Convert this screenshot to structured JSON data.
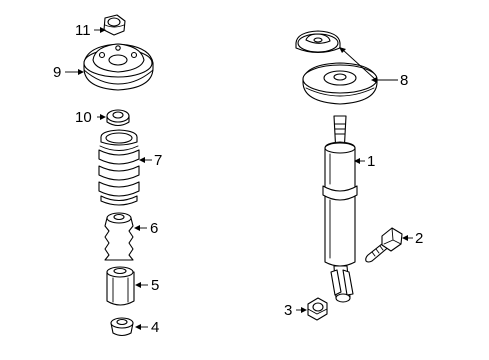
{
  "callouts": {
    "c1": "1",
    "c2": "2",
    "c3": "3",
    "c4": "4",
    "c5": "5",
    "c6": "6",
    "c7": "7",
    "c8": "8",
    "c9": "9",
    "c10": "10",
    "c11": "11"
  },
  "parts": [
    {
      "number": "1",
      "icon": "shock-absorber"
    },
    {
      "number": "2",
      "icon": "bolt"
    },
    {
      "number": "3",
      "icon": "nut"
    },
    {
      "number": "4",
      "icon": "cap"
    },
    {
      "number": "5",
      "icon": "dust-boot"
    },
    {
      "number": "6",
      "icon": "bump-stop"
    },
    {
      "number": "7",
      "icon": "coil-spring"
    },
    {
      "number": "8",
      "icon": "upper-mount-set"
    },
    {
      "number": "9",
      "icon": "strut-mount"
    },
    {
      "number": "10",
      "icon": "spring-seat"
    },
    {
      "number": "11",
      "icon": "mount-nut"
    }
  ]
}
